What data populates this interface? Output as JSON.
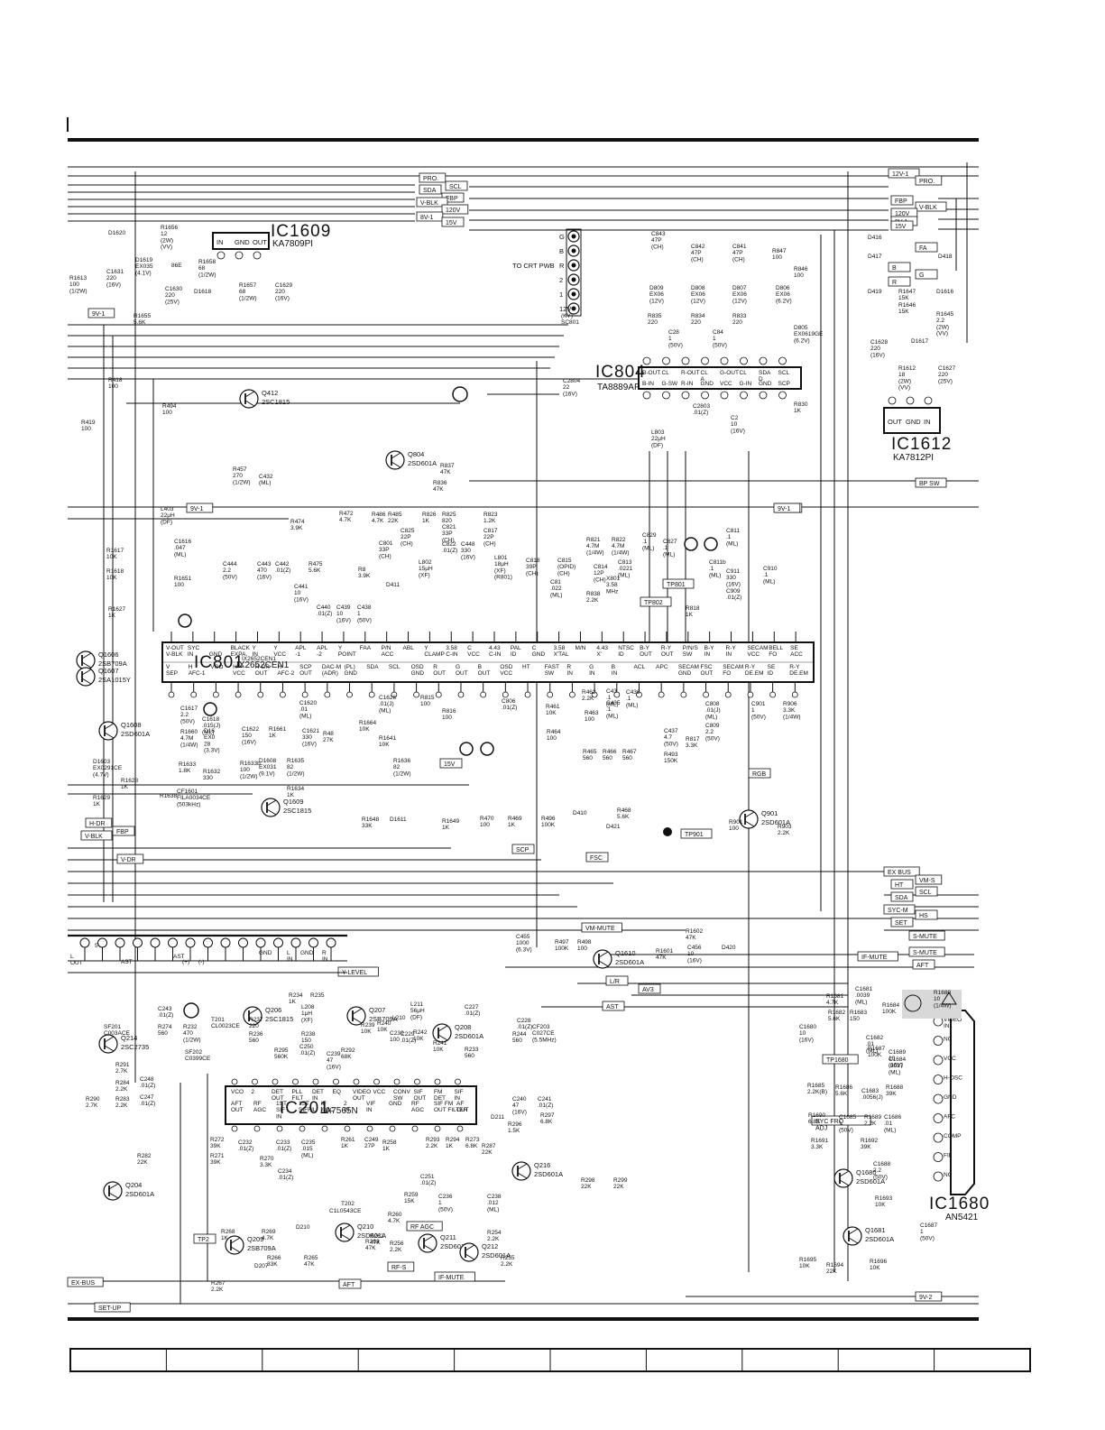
{
  "schematic": {
    "ics": [
      {
        "ref": "IC801",
        "part": "IX2652CEN1"
      },
      {
        "ref": "IC201",
        "part": "LA7565N"
      },
      {
        "ref": "IC804",
        "part": "TA8889AP"
      },
      {
        "ref": "IC1609",
        "part": "KA7809PI"
      },
      {
        "ref": "IC1612",
        "part": "KA7812PI"
      },
      {
        "ref": "IC1680",
        "part": "AN5421"
      }
    ],
    "ic801_top_pins": [
      "V-OUT\nV-BLK",
      "SYC\nIN",
      "\nGND",
      "BLACK\nEXPA.",
      "Y\nIN",
      "Y\nVCC",
      "APL\n-1",
      "APL\n-2",
      "Y\nPOINT",
      "FAA",
      "P/N\nACC",
      "ABL",
      "Y\nCLAMP",
      "3.58\nC-IN",
      "C\nVCC",
      "4.43\nC-IN",
      "PAL\nID",
      "C\nGND",
      "3.58\nX'TAL",
      "M/N",
      "4.43\nX'",
      "NTSC\nID",
      "B-Y\nOUT",
      "R-Y\nOUT",
      "P/N/S\nSW",
      "B-Y\nIN",
      "R-Y\nIN",
      "SECAM\nVCC",
      "BELL\nFO",
      "SE\nACC"
    ],
    "ic801_bottom_pins": [
      "V\nSEP",
      "H\nAFC-1",
      "VCO",
      "H\nVCC",
      "H-DR\nOUT",
      "H\nAFC-2",
      "SCP\nOUT",
      "DAC-M\n(ADR)",
      "(PL)\nGND",
      "SDA",
      "SCL",
      "OSD\nGND",
      "R\nOUT",
      "G\nOUT",
      "B\nOUT",
      "OSD\nVCC",
      "HT",
      "FAST\nSW",
      "R\nIN",
      "G\nIN",
      "B\nIN",
      "ACL",
      "APC",
      "SECAM\nGND",
      "FSC\nOUT",
      "SECAM\nFO",
      "R-Y\nDE.EM",
      "SE\nID",
      "R-Y\nDE.EM"
    ],
    "ic201_top_pins": [
      "VCO",
      "2",
      "DET\nOUT",
      "PLL\nFILT",
      "DET\nIN",
      "EQ",
      "VIDEO\nOUT",
      "VCC",
      "CONV\nSW",
      "SIF\nOUT",
      "FM\nDET",
      "SIF\nIN"
    ],
    "ic201_bottom_pins": [
      "AFT\nOUT",
      "RF\nAGC",
      "1ST\nSIF\nIN",
      "1ST\nSIFFIL",
      "IF\nAGC",
      "2\nIN",
      "VIF\nIN",
      "GND",
      "RF\nAGC",
      "SIF FM\nOUT FILTER",
      "AF\nOUT"
    ],
    "ic804_top_pins": [
      "B-OUT",
      "CL",
      "R-OUT",
      "CL\nA",
      "G-OUT",
      "CL",
      "SDA\nD",
      "SCL"
    ],
    "ic804_bottom_pins": [
      "B-IN",
      "G-SW",
      "R-IN",
      "GND",
      "VCC",
      "G-IN",
      "GND",
      "SCP"
    ],
    "ic1609_pins": [
      "IN",
      "GND",
      "OUT"
    ],
    "ic1612_pins": [
      "OUT",
      "GND",
      "IN"
    ],
    "ic1680_pins": [
      "VIDEO\nIN",
      "NC",
      "VCC",
      "H-OSC",
      "GND",
      "AFC",
      "COMP",
      "FIL",
      "NC"
    ],
    "net_tags_top": [
      "PRO.",
      "SCL",
      "SDA",
      "FBP",
      "V-BLK",
      "120V",
      "8V-1",
      "15V"
    ],
    "net_tags_right": [
      "12V-1",
      "PRO.",
      "FBP",
      "V-BLK",
      "120V",
      "8V-1",
      "15V",
      "FA",
      "B",
      "G",
      "R",
      "BP SW",
      "9V-1"
    ],
    "net_tags_mid": [
      "9V-1",
      "9V-1",
      "15V",
      "TP801",
      "TP802",
      "RGB",
      "FSC",
      "SCP",
      "TP901"
    ],
    "net_tags_lower": [
      "EX BUS",
      "VM-S",
      "HT",
      "SCL",
      "SDA",
      "SYC-M",
      "HS",
      "SET",
      "S-MUTE",
      "VM-MUTE",
      "IF-MUTE",
      "S-MUTE",
      "AFT",
      "L/R",
      "AV3",
      "AST",
      "Y-LEVEL"
    ],
    "net_tags_left": [
      "9V-1",
      "H-DR",
      "FBP",
      "V-BLK",
      "V-DR",
      "EX-BUS",
      "SET-UP"
    ],
    "net_tags_bottom": [
      "AFT",
      "RF AGC",
      "RF-S",
      "IF-MUTE",
      "TP2",
      "9V-2",
      "TP1680",
      "SYC FRQ\nADJ"
    ],
    "transistors": [
      {
        "ref": "Q412",
        "part": "2SC1815"
      },
      {
        "ref": "Q804",
        "part": "2SD601A"
      },
      {
        "ref": "Q1606",
        "part": "2SB709A"
      },
      {
        "ref": "Q1607",
        "part": "2SA1015Y"
      },
      {
        "ref": "Q1608",
        "part": "2SD601A"
      },
      {
        "ref": "Q1609",
        "part": "2SC1815"
      },
      {
        "ref": "Q901",
        "part": "2SD601A"
      },
      {
        "ref": "Q1610",
        "part": "2SD601A"
      },
      {
        "ref": "Q206",
        "part": "2SC1815"
      },
      {
        "ref": "Q207",
        "part": "2SB709A"
      },
      {
        "ref": "Q208",
        "part": "2SD601A"
      },
      {
        "ref": "Q214",
        "part": "2SC2735"
      },
      {
        "ref": "Q204",
        "part": "2SD601A"
      },
      {
        "ref": "Q209",
        "part": "2SB709A"
      },
      {
        "ref": "Q210",
        "part": "2SD601A"
      },
      {
        "ref": "Q211",
        "part": "2SD601A"
      },
      {
        "ref": "Q212",
        "part": "2SD601A"
      },
      {
        "ref": "Q216",
        "part": "2SD601A"
      },
      {
        "ref": "Q1680",
        "part": "2SD601A"
      },
      {
        "ref": "Q1681",
        "part": "2SD601A"
      }
    ],
    "component_labels": [
      "R1656\n12\n(2W)\n(VV)",
      "D1620",
      "D1619\nEX035\n(4.1V)",
      "86E",
      "C1631\n220\n(16V)",
      "R1613\n100\n(1/2W)",
      "R1655\n5.6K",
      "C1630\n220\n(25V)",
      "D1618",
      "R1658\n68\n(1/2W)",
      "R1657\n68\n(1/2W)",
      "C1629\n220\n(16V)",
      "R418\n100",
      "R494\n100",
      "R419\n100",
      "R457\n270\n(1/2W)",
      "C432\n(ML)",
      "R837\n47K",
      "R836\n47K",
      "L403\n22μH\n(DF)",
      "C1616\n.047\n(ML)",
      "R1617\n10K",
      "R1618\n10K",
      "R1651\n100",
      "R1627\n1K",
      "R474\n3.9K",
      "R472\n4.7K",
      "R486\n4.7K",
      "R485\n22K",
      "R826\n1K",
      "R825\n820",
      "R823\n1.2K",
      "C444\n2.2\n(50V)",
      "C443\n470\n(16V)",
      "C442\n.01(Z)",
      "R475\n5.6K",
      "R8\n3.9K",
      "C441\n10\n(16V)",
      "C440\n.01(Z)",
      "C439\n10\n(16V)",
      "C438\n1\n(50V)",
      "D411",
      "C825\n22P\n(CH)",
      "C801\n33P\n(CH)",
      "L802\n15μH\n(XF)",
      "C822\n.01(Z)",
      "C821\n33P\n(CH)",
      "C448\n330\n(16V)",
      "C817\n22P\n(CH)",
      "L801\n18μH\n(XF)\n(R801)",
      "C818\n39P\n(CH)",
      "C815\n(OPID)\n(CH)",
      "C81\n.022\n(ML)",
      "R821\n4.7M\n(1/4W)",
      "R822\n4.7M\n(1/4W)",
      "C814\n12P\n(CH)",
      "C813\n.0221\n(ML)",
      "R838\n2.2K",
      "X801\n3.58\nMHz",
      "C829\n.1\n(ML)",
      "C827\n.1\n(ML)",
      "C811\n.1\n(ML)",
      "C811b\n.1\n(ML)",
      "C911\n330\n(16V)",
      "C909\n.01(Z)",
      "C910\n.1\n(ML)",
      "R818\n1K",
      "C1617\n2.2\n(50V)",
      "C1618\n.015(J)\n(ML)",
      "R1660\n4.7M\n(1/4W)",
      "D16\nEX0\n28\n(3.3V)",
      "C1622\n150\n(16V)",
      "R1661\n1K",
      "C1620\n.01\n(ML)",
      "C1621\n330\n(16V)",
      "R48\n27K",
      "R1664\n10K",
      "C1626\n.01(J)\n(ML)",
      "R1641\n10K",
      "R815\n100",
      "R816\n100",
      "C806\n.01(Z)",
      "R461\n10K",
      "R462\n2.2K",
      "C43\n.1\n(ML)",
      "C436\n.1\n(ML)",
      "R463\n100",
      "C435\n.1\n(ML)",
      "R464\n100",
      "R465\n560",
      "R466\n560",
      "R467\n560",
      "C437\n4.7\n(50V)",
      "R817\n3.3K",
      "R493\n150K",
      "C808\n.01(J)\n(ML)",
      "C809\n2.2\n(50V)",
      "C901\n1\n(50V)",
      "R906\n3.3K\n(1/4W)",
      "R1633\n1.8K",
      "R1632\n330",
      "R1633b\n100\n(1/2W)",
      "R1634\n1K",
      "R1635\n82\n(1/2W)",
      "R1636\n82\n(1/2W)",
      "R1638",
      "CF1601\nFILA0034CE\n(503kHz)",
      "R1629\n1K",
      "R1628\n1K",
      "D1603\nEX0291CE\n(4.7V)",
      "R1648\n33K",
      "D1611",
      "R1649\n1K",
      "D1608\nEX031\n(9.1V)",
      "R470\n100",
      "R469\n1K",
      "R496\n100K",
      "D410",
      "D421",
      "R468\n5.6K",
      "R901\n100",
      "R903\n2.2K",
      "C455\n1000\n(6.3V)",
      "R497\n100K",
      "R498\n100",
      "R1601\n47K",
      "R1602\n47K",
      "C456\n10\n(16V)",
      "D420",
      "R234\n1K",
      "R235",
      "L208\n1μH\n(XF)",
      "R237\n220",
      "T201\nCL0023CE",
      "R236\n560",
      "R238\n150",
      "R295\n560K",
      "C250\n.01(Z)",
      "C239\n47\n(16V)",
      "R240\n10K",
      "R239\n10K",
      "R292\n68K",
      "L211\n56μH\n(DF)",
      "C227\n.01(Z)",
      "L210",
      "C230\n100",
      "C229\n.01(Z)",
      "R242\n10K",
      "R241\n10K",
      "R233\n560",
      "C228\n.01(Z)",
      "R244\n560",
      "CF203\nC027CE\n(5.5MHz)",
      "C243\n.01(Z)",
      "R274\n560",
      "R232\n470\n(1/2W)",
      "SF201\nC003ACE",
      "R291\n2.7K",
      "R284\n2.2K",
      "R283\n2.2K",
      "R290\n2.7K",
      "SF202\nC0399CE",
      "C248\n.01(Z)",
      "C247\n.01(Z)",
      "R282\n22K",
      "R272\n39K",
      "R271\n39K",
      "C232\n.01(Z)",
      "R270\n3.3K",
      "C233\n.01(Z)",
      "C234\n.01(Z)",
      "C235\n.015\n(ML)",
      "R261\n1K",
      "C249\n27P",
      "R258\n1K",
      "R293\n2.2K",
      "R294\n1K",
      "C251\n.01(Z)",
      "R273\n6.8K",
      "R287\n22K",
      "C236\n1\n(50V)",
      "C238\n.012\n(ML)",
      "C240\n47\n(16V)",
      "C241\n.01(Z)",
      "R296\n1.5K",
      "D211",
      "R297\n6.8K",
      "R298\n22K",
      "R299\n22K",
      "R259\n15K",
      "R260\n4.7K",
      "R268\n1K",
      "R269\n4.7K",
      "R263\n47K",
      "R262\n47K",
      "R256\n2.2K",
      "R266\n33K",
      "R265\n47K",
      "R267\n2.2K",
      "D207",
      "D210",
      "R254\n2.2K",
      "R255\n2.2K",
      "C1L0543CE",
      "T202",
      "C1681\n.0039\n(ML)",
      "R1681\n4.7K",
      "R1682\n5.6K",
      "R1683\n150",
      "R1684\n100K",
      "R1680\n10\n(1/4W)",
      "C1680\n10\n(16V)",
      "C1682\n.01\n(ML)",
      "C1689\n10\n(16V)",
      "R1687\n100K",
      "C1684\n.0027\n(ML)",
      "R1685\n2.2K(B)",
      "R1686\n5.6K",
      "C1683\n.0056(J)",
      "R1688\n39K",
      "R1690\n6.8K",
      "C1685\n1\n(50V)",
      "R1689\n2.2K",
      "C1686\n.01\n(ML)",
      "R1691\n3.3K",
      "R1692\n39K",
      "C1688\n2.2\n(50V)",
      "R1693\n10K",
      "C1687\n1\n(50V)",
      "R1695\n10K",
      "R1694\n22K",
      "R1696\n10K",
      "C843\n47P\n(CH)",
      "C842\n47P\n(CH)",
      "C841\n47P\n(CH)",
      "R847\n100",
      "R846\n100",
      "D809\nEX06\n(12V)",
      "D808\nEX06\n(12V)",
      "D807\nEX06\n(12V)",
      "D806\nEX06\n(6.2V)",
      "D805\nEX0619GE\n(6.2V)",
      "R835\n220",
      "R834\n220",
      "R833\n220",
      "C28\n1\n(50V)",
      "C84\n1\n(50V)",
      "C2804\n22\n(16V)",
      "C2803\n.01(Z)",
      "C2\n10\n(16V)",
      "R830\n1K",
      "L803\n22μH\n(DF)",
      "D416",
      "D417",
      "D418",
      "D419",
      "R1647\n15K",
      "R1646\n15K",
      "D1616",
      "R1645\n2.2\n(2W)\n(VV)",
      "C1628\n220\n(16V)",
      "D1617",
      "R1612\n18\n(2W)\n(VV)",
      "C1627\n220\n(25V)"
    ],
    "misc_text": [
      "TO CRT PWB",
      "(KY)\nSC801",
      "AST",
      "5V",
      "L\nOUT",
      "AST",
      "(+)",
      "(-)",
      "GND",
      "L\nIN",
      "GND",
      "R\nIN",
      "IX2652CEN1"
    ],
    "crt_connector_pins": [
      "G",
      "B",
      "R",
      "2",
      "1",
      "12V"
    ]
  },
  "title_block": {
    "cells": [
      "",
      "",
      "",
      "",
      "",
      "",
      "",
      "",
      "",
      "",
      ""
    ]
  }
}
